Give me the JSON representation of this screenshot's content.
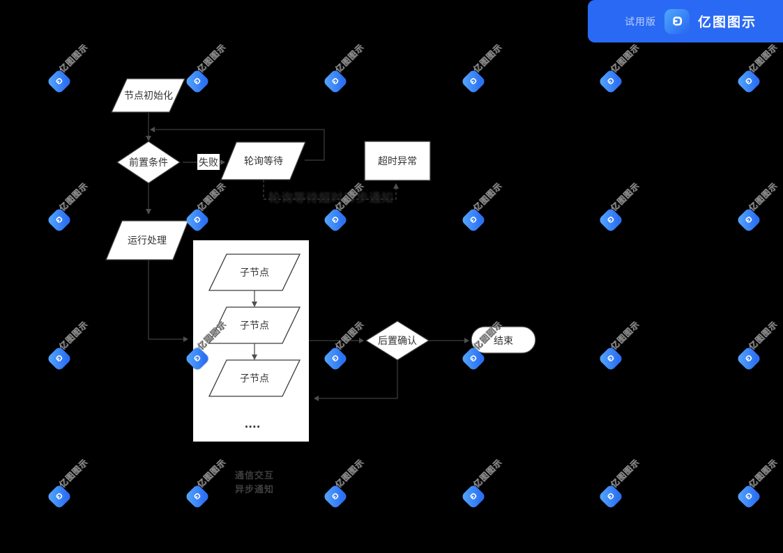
{
  "badge": {
    "trial": "试用版",
    "brand": "亿图图示"
  },
  "watermarks": {
    "text": "亿图图示",
    "cols": [
      85,
      283,
      481,
      679,
      876,
      1074
    ],
    "rows": [
      117,
      316,
      515,
      713
    ]
  },
  "flowchart": {
    "init": "节点初始化",
    "precondition": "前置条件",
    "fail": "失败",
    "polling": "轮询等待",
    "timeout": "超时异常",
    "run": "运行处理",
    "subnode1": "子节点",
    "subnode2": "子节点",
    "subnode3": "子节点",
    "more": "....",
    "confirm": "后置确认",
    "end": "结束",
    "async_note": "轮询等待超时异步通知",
    "legend_line1": "通信交互",
    "legend_line2": "异步通知"
  },
  "colors": {
    "canvas_bg": "#000000",
    "badge_bg": "#2a69f3",
    "logo_gradient_start": "#4fa8fd",
    "logo_gradient_end": "#2b6ff3",
    "shape_fill": "#ffffff",
    "shape_border": "#3a3a3a",
    "connector": "#3f3f3f",
    "node_text": "#333333",
    "watermark_text": "#989898"
  }
}
